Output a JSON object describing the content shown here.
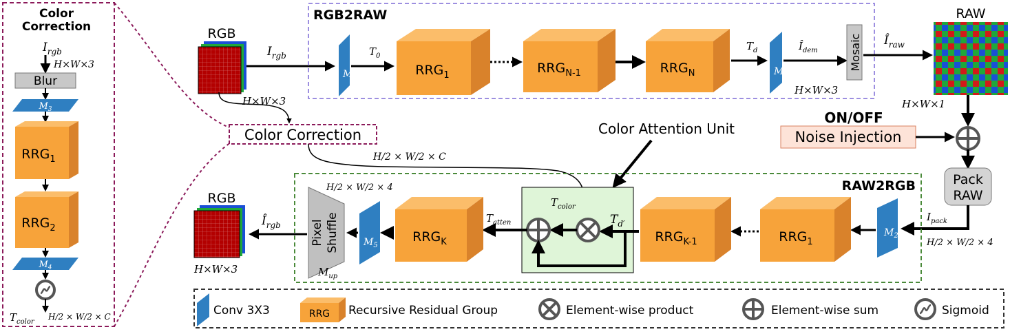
{
  "color_correction_panel": {
    "title_line1": "Color",
    "title_line2": "Correction",
    "input_label": "I",
    "input_sub": "rgb",
    "dims_label": "H×W×3",
    "blur_label": "Blur",
    "m3": "M",
    "m3_sub": "3",
    "rrg1": "RRG",
    "rrg1_sub": "1",
    "rrg2": "RRG",
    "rrg2_sub": "2",
    "m4": "M",
    "m4_sub": "4",
    "output_label": "T",
    "output_sub": "color",
    "output_dims": "H/2 × W/2 × C"
  },
  "top": {
    "rgb_label": "RGB",
    "rgb_dims": "H×W×3",
    "i_rgb": "I",
    "i_rgb_sub": "rgb",
    "section_title": "RGB2RAW",
    "m0": "M",
    "m0_sub": "0",
    "t0": "T",
    "t0_sub": "0",
    "rrg1": "RRG",
    "rrg1_sub": "1",
    "rrgn1": "RRG",
    "rrgn1_sub": "N-1",
    "rrgn": "RRG",
    "rrgn_sub": "N",
    "td": "T",
    "td_sub": "d",
    "m1": "M",
    "m1_sub": "1",
    "i_dem": "Î",
    "i_dem_sub": "dem",
    "dims": "H×W×3",
    "mosaic": "Mosaic",
    "i_raw": "Î",
    "i_raw_sub": "raw",
    "raw_label": "RAW",
    "raw_dims": "H×W×1"
  },
  "middle": {
    "color_correction_box": "Color Correction",
    "cc_dims": "H/2 × W/2 × C",
    "color_attention_unit": "Color Attention Unit",
    "on_off": "ON/OFF",
    "noise_injection": "Noise Injection",
    "pack_raw_line1": "Pack",
    "pack_raw_line2": "RAW"
  },
  "bottom": {
    "section_title": "RAW2RGB",
    "i_pack": "I",
    "i_pack_sub": "pack",
    "pack_dims": "H/2 × W/2 × 4",
    "m2": "M",
    "m2_sub": "2",
    "rrg1": "RRG",
    "rrg1_sub": "1",
    "rrgk1": "RRG",
    "rrgk1_sub": "K-1",
    "td_prime": "T",
    "td_prime_sub": "d′",
    "t_color": "T",
    "t_color_sub": "color",
    "t_atten": "T",
    "t_atten_sub": "atten",
    "rrgk": "RRG",
    "rrgk_sub": "K",
    "m5": "M",
    "m5_sub": "5",
    "pixel_shuffle_line1": "Pixel",
    "pixel_shuffle_line2": "Shuffle",
    "ps_dims": "H/2 × W/2 × 4",
    "m_up": "M",
    "m_up_sub": "up",
    "i_rgb": "Î",
    "i_rgb_sub": "rgb",
    "rgb_label": "RGB",
    "rgb_dims": "H×W×3"
  },
  "legend": {
    "conv": "Conv 3X3",
    "rrg_icon": "RRG",
    "rrg": "Recursive Residual Group",
    "product": "Element-wise product",
    "sum": "Element-wise sum",
    "sigmoid": "Sigmoid"
  },
  "colors": {
    "orange_front": "#f7a33a",
    "orange_top": "#fbbd6a",
    "orange_side": "#d9822b",
    "conv_blue": "#2f7fc1",
    "rgb2raw_border": "#9d8fe0",
    "raw2rgb_border": "#4a8a3a",
    "color_correction_border": "#8b1a5a",
    "noise_fill": "#fde3d8",
    "attention_fill": "#dff5d8"
  }
}
